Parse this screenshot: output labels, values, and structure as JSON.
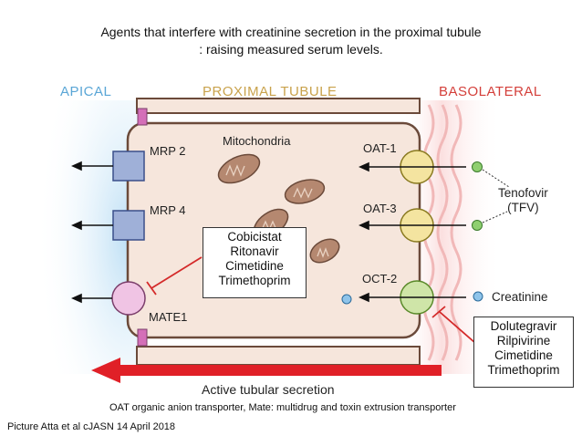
{
  "title": {
    "line1": "Agents that interfere with creatinine secretion in the proximal tubule",
    "line2": ": raising measured serum levels."
  },
  "headers": {
    "apical": "APICAL",
    "proximal": "PROXIMAL TUBULE",
    "basolateral": "BASOLATERAL"
  },
  "labels": {
    "mrp2": "MRP 2",
    "mrp4": "MRP 4",
    "mate1": "MATE1",
    "oat1": "OAT-1",
    "oat3": "OAT-3",
    "oct2": "OCT-2",
    "mitochondria": "Mitochondria",
    "tenofovir": [
      "Tenofovir",
      "(TFV)"
    ],
    "creatinine": "Creatinine",
    "active": "Active tubular secretion"
  },
  "inhibitors_apical": [
    "Cobicistat",
    "Ritonavir",
    "Cimetidine",
    "Trimethoprim"
  ],
  "inhibitors_basolateral": [
    "Dolutegravir",
    "Rilpivirine",
    "Cimetidine",
    "Trimethoprim"
  ],
  "caption": "OAT organic anion transporter, Mate: multidrug and toxin extrusion transporter",
  "citation": "Picture Atta et al cJASN 14 April 2018",
  "colors": {
    "apical": "#5aa6d6",
    "proximal": "#c9a24c",
    "basolateral": "#d43f3a",
    "square": "#9fb0d8",
    "oat": "#f4e4a0",
    "oct": "#cfe5a8",
    "mate": "#f0c4e4",
    "mito": "#b58870",
    "arrow": "#e02027",
    "cell": "#f6e6dc"
  }
}
